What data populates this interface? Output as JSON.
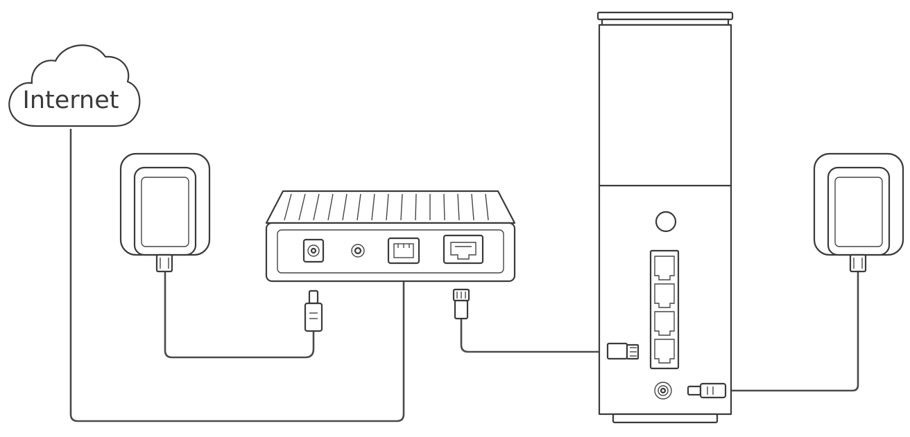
{
  "diagram": {
    "cloud_label": "Internet",
    "colors": {
      "line": "#3a3a3a",
      "background": "#ffffff"
    },
    "nodes": [
      {
        "id": "internet",
        "kind": "cloud"
      },
      {
        "id": "power-adapter-left",
        "kind": "power-adapter"
      },
      {
        "id": "modem",
        "kind": "modem"
      },
      {
        "id": "router",
        "kind": "tower-router"
      },
      {
        "id": "power-adapter-right",
        "kind": "power-adapter"
      }
    ],
    "connections": [
      {
        "from": "internet",
        "to": "modem",
        "cable": "line"
      },
      {
        "from": "power-adapter-left",
        "to": "modem",
        "cable": "dc-power"
      },
      {
        "from": "modem",
        "to": "router",
        "cable": "ethernet"
      },
      {
        "from": "power-adapter-right",
        "to": "router",
        "cable": "dc-power"
      }
    ]
  }
}
